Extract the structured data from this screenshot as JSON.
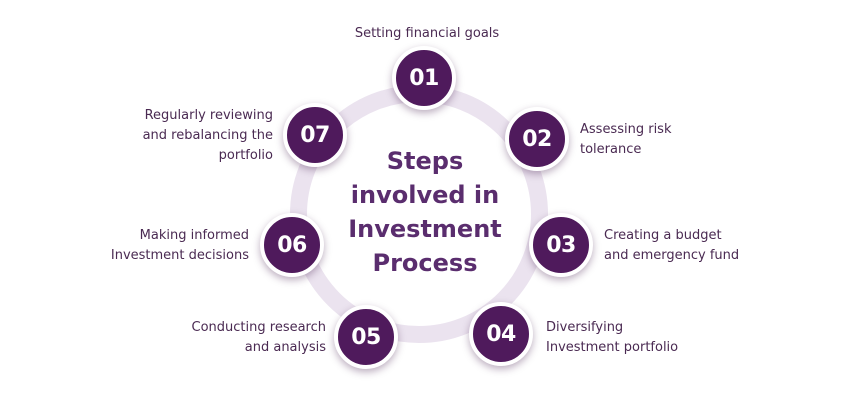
{
  "title_lines": [
    "Steps",
    "involved in",
    "Investment",
    "Process"
  ],
  "steps": [
    {
      "num": "01",
      "lines": [
        "Setting financial goals"
      ]
    },
    {
      "num": "02",
      "lines": [
        "Assessing risk",
        "tolerance"
      ]
    },
    {
      "num": "03",
      "lines": [
        "Creating a budget",
        "and emergency fund"
      ]
    },
    {
      "num": "04",
      "lines": [
        "Diversifying",
        "Investment portfolio"
      ]
    },
    {
      "num": "05",
      "lines": [
        "Conducting research",
        "and analysis"
      ]
    },
    {
      "num": "06",
      "lines": [
        "Making informed",
        "Investment decisions"
      ]
    },
    {
      "num": "07",
      "lines": [
        "Regularly reviewing",
        "and rebalancing the",
        "portfolio"
      ]
    }
  ],
  "colors": {
    "node_fill": "#4f1a5c",
    "ring": "#ebe3ef",
    "title": "#5a2d6e",
    "label": "#4a2a52"
  }
}
